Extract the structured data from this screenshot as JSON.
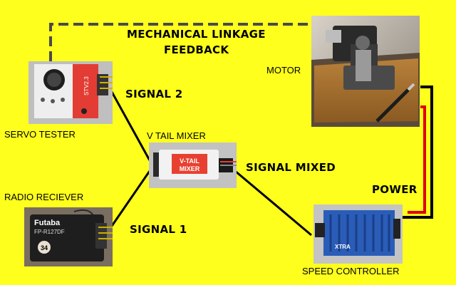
{
  "labels": {
    "mechanical_linkage_line1": "MECHANICAL LINKAGE",
    "mechanical_linkage_line2": "FEEDBACK",
    "motor": "MOTOR",
    "servo_tester": "SERVO TESTER",
    "signal_2": "SIGNAL 2",
    "v_tail_mixer": "V TAIL MIXER",
    "signal_mixed": "SIGNAL MIXED",
    "radio_receiver": "RADIO RECIEVER",
    "signal_1": "SIGNAL 1",
    "power": "POWER",
    "speed_controller": "SPEED CONTROLLER"
  },
  "device_text": {
    "servo_tester_model": "STV2.3",
    "mixer_line1": "V-TAIL",
    "mixer_line2": "MIXER",
    "receiver_brand": "Futaba",
    "receiver_model": "FP-R127DF",
    "receiver_sticker": "34",
    "esc_brand": "XTRA"
  },
  "colors": {
    "background": "#ffff1e",
    "wire_signal": "#000000",
    "wire_power_positive": "#e00000",
    "wire_power_negative": "#000000",
    "linkage_dashed": "#4a4a4a"
  }
}
